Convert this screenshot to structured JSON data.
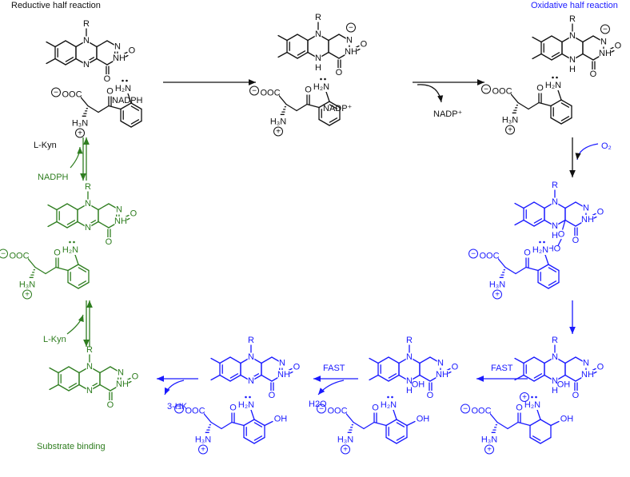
{
  "colors": {
    "black": "#111111",
    "green": "#2e7d1f",
    "blue": "#1a1aff"
  },
  "titles": {
    "reductive": "Reductive half reaction",
    "oxidative": "Oxidative half reaction",
    "substrate_binding": "Substrate binding"
  },
  "reagents": {
    "nadph_1": "NADPH",
    "nadp_1": "NADP⁺",
    "nadp_2": "NADP⁺",
    "o2": "O₂",
    "lkyn_1": "L-Kyn",
    "nadph_green": "NADPH",
    "lkyn_green": "L-Kyn",
    "fast_1": "FAST",
    "fast_2": "FAST",
    "h2o": "H2O",
    "hk3": "3-HK"
  },
  "atoms": {
    "R": "R",
    "N": "N",
    "NH": "NH",
    "O": "O",
    "H": "H",
    "OH": "OH",
    "HO": "HO",
    "H2N": "H₂N",
    "H3N": "H₃N",
    "OOC": "OOC",
    "plus": "+",
    "minus": "−"
  }
}
